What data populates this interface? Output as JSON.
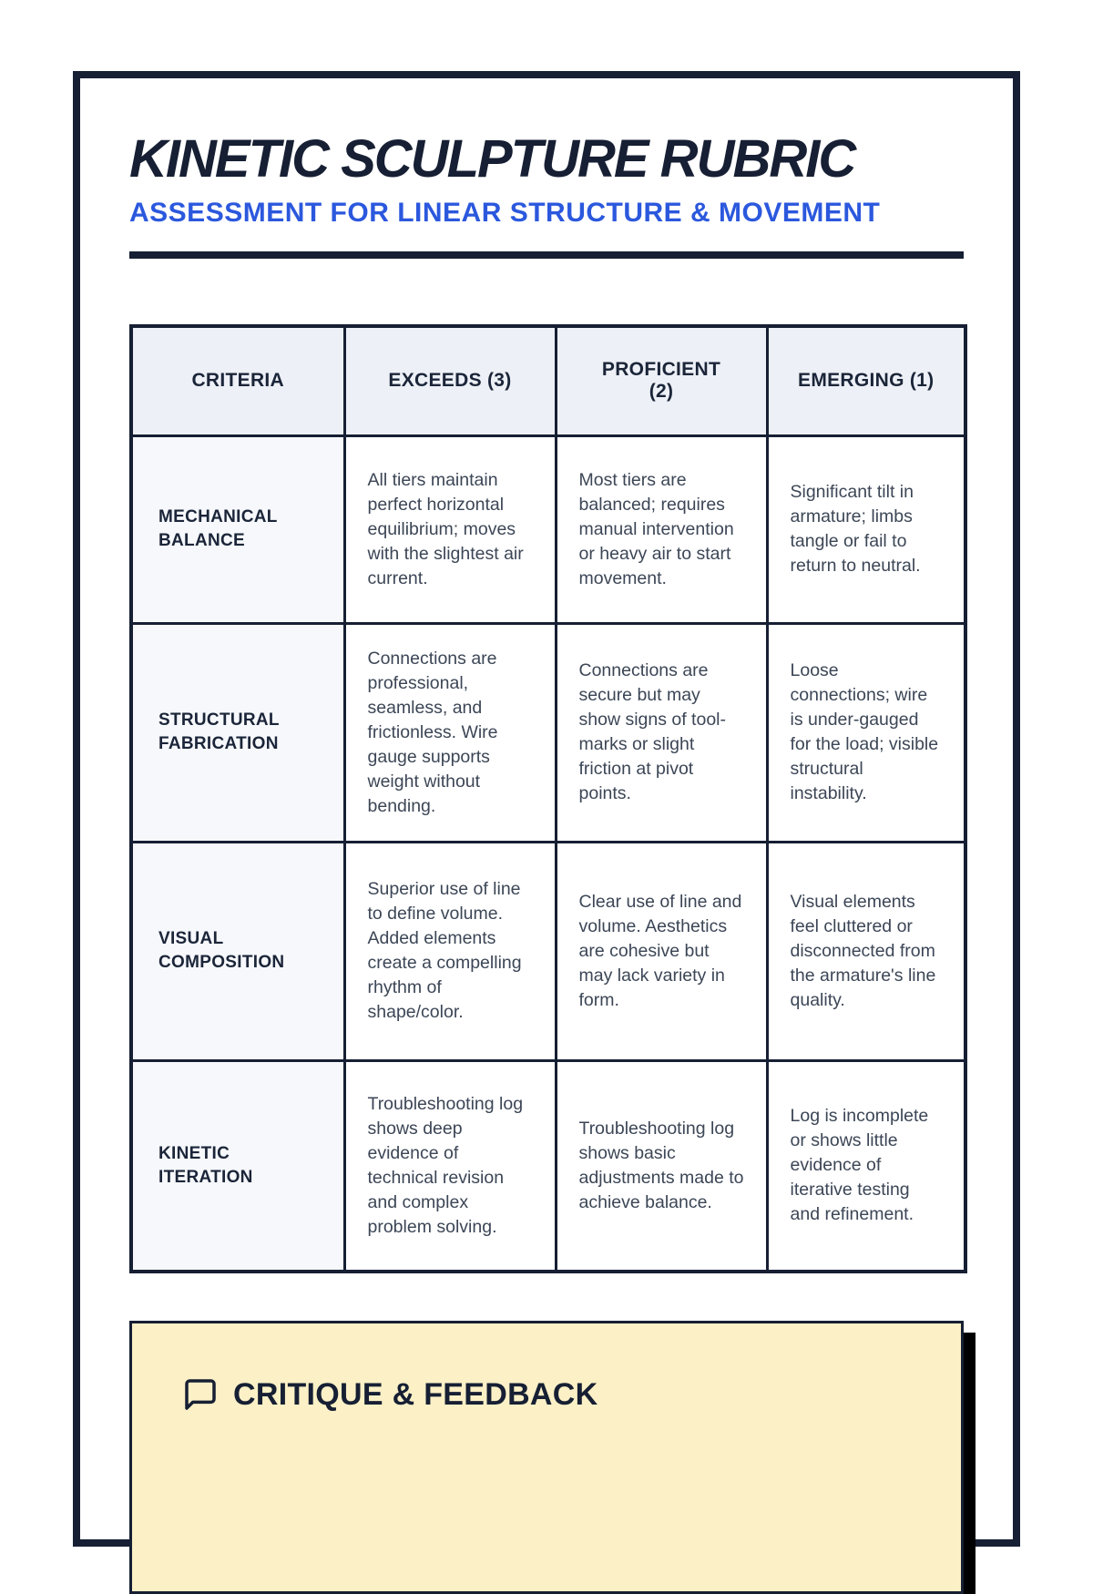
{
  "header": {
    "title": "KINETIC SCULPTURE RUBRIC",
    "subtitle": "ASSESSMENT FOR LINEAR STRUCTURE & MOVEMENT"
  },
  "rubric_table": {
    "headers": [
      "CRITERIA",
      "EXCEEDS (3)",
      "PROFICIENT (2)",
      "EMERGING (1)"
    ],
    "rows": [
      {
        "criteria": "MECHANICAL BALANCE",
        "exceeds": "All tiers maintain perfect horizontal equilibrium; moves with the slightest air current.",
        "proficient": "Most tiers are balanced; requires manual intervention or heavy air to start movement.",
        "emerging": "Significant tilt in armature; limbs tangle or fail to return to neutral."
      },
      {
        "criteria": "STRUCTURAL FABRICATION",
        "exceeds": "Connections are professional, seamless, and frictionless. Wire gauge supports weight without bending.",
        "proficient": "Connections are secure but may show signs of tool-marks or slight friction at pivot points.",
        "emerging": "Loose connections; wire is under-gauged for the load; visible structural instability."
      },
      {
        "criteria": "VISUAL COMPOSITION",
        "exceeds": "Superior use of line to define volume. Added elements create a compelling rhythm of shape/color.",
        "proficient": "Clear use of line and volume. Aesthetics are cohesive but may lack variety in form.",
        "emerging": "Visual elements feel cluttered or disconnected from the armature's line quality."
      },
      {
        "criteria": "KINETIC ITERATION",
        "exceeds": "Troubleshooting log shows deep evidence of technical revision and complex problem solving.",
        "proficient": "Troubleshooting log shows basic adjustments made to achieve balance.",
        "emerging": "Log is incomplete or shows little evidence of iterative testing and refinement."
      }
    ]
  },
  "feedback_section": {
    "icon": "speech-bubble-icon",
    "heading": "CRITIQUE & FEEDBACK"
  },
  "colors": {
    "navy": "#161F33",
    "accent_blue": "#2B58DD",
    "table_header_bg": "#EDF0F6",
    "criteria_col_bg": "#F6F8FB",
    "body_text": "#3C4656",
    "feedback_bg": "#FBF0C6",
    "feedback_shadow": "#000000"
  }
}
